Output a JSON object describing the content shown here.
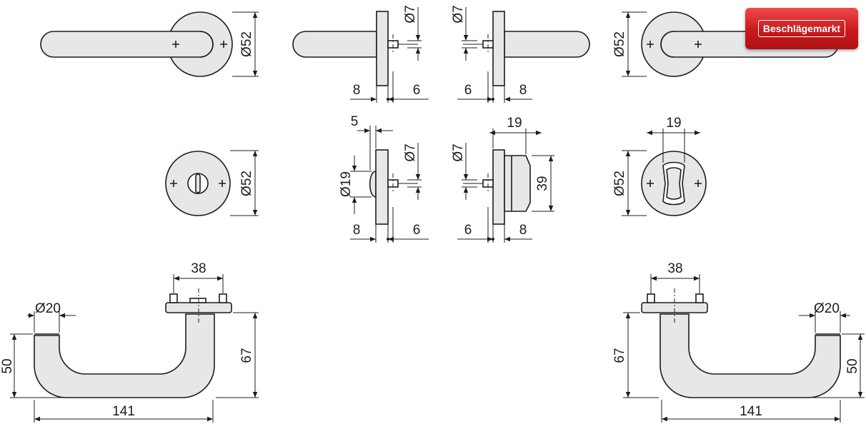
{
  "brand": {
    "name": "Beschlägemarkt",
    "color": "#c8191c"
  },
  "labels": {
    "dia52": "Ø52",
    "dia7": "Ø7",
    "dia19": "Ø19",
    "dia20": "Ø20",
    "d5": "5",
    "d6": "6",
    "d8": "8",
    "d19": "19",
    "d38": "38",
    "d39": "39",
    "d50": "50",
    "d67": "67",
    "d141": "141"
  }
}
